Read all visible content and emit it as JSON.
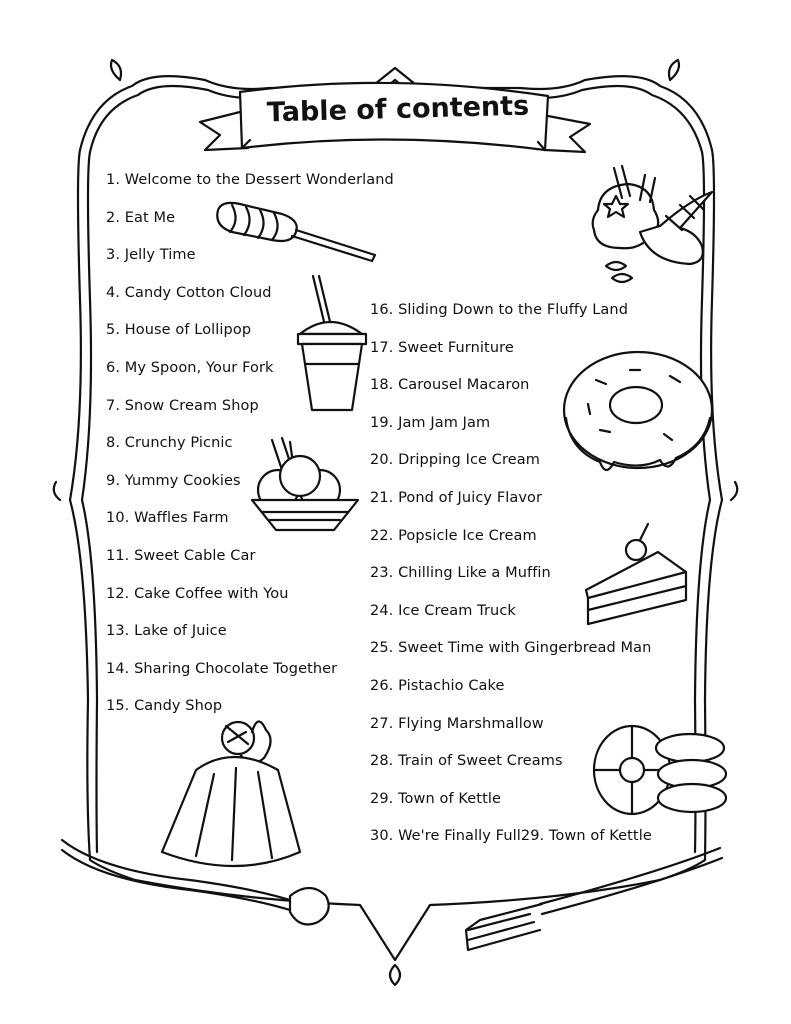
{
  "title": "Table of contents",
  "left_items": [
    "1. Welcome to the Dessert Wonderland",
    "2. Eat Me",
    "3. Jelly Time",
    "4. Candy Cotton Cloud",
    "5. House of Lollipop",
    "6. My Spoon, Your Fork",
    "7. Snow Cream Shop",
    "8. Crunchy Picnic",
    "9. Yummy Cookies",
    "10. Waffles Farm",
    "11. Sweet Cable Car",
    "12. Cake Coffee with You",
    "13. Lake of Juice",
    "14. Sharing Chocolate Together",
    "15. Candy Shop"
  ],
  "right_items": [
    "16. Sliding Down to the Fluffy Land",
    "17. Sweet Furniture",
    "18. Carousel Macaron",
    "19. Jam Jam Jam",
    "20. Dripping Ice Cream",
    "21. Pond of Juicy Flavor",
    "22. Popsicle Ice Cream",
    "23. Chilling Like a Muffin",
    "24. Ice Cream Truck",
    "25. Sweet Time with Gingerbread Man",
    "26. Pistachio Cake",
    "27. Flying Marshmallow",
    "28. Train of Sweet Creams",
    "29. Town of Kettle",
    "30. We're Finally Full29. Town of Kettle"
  ],
  "icons": [
    "lollipop-icon",
    "ice-cream-icon",
    "drink-cup-icon",
    "donut-icon",
    "ice-cream-basket-icon",
    "cake-slice-icon",
    "jelly-pudding-icon",
    "peppermint-candy-icon",
    "spoon-icon",
    "fork-icon"
  ]
}
